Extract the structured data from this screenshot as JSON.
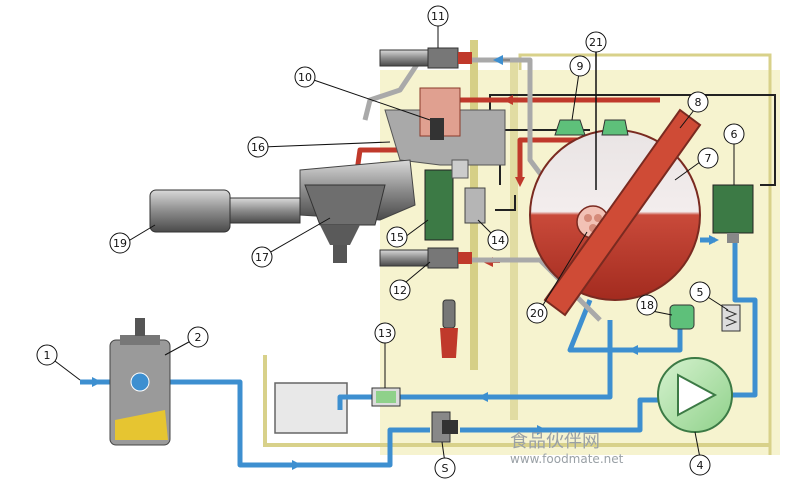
{
  "callouts": [
    {
      "id": "1",
      "label": "1"
    },
    {
      "id": "2",
      "label": "2"
    },
    {
      "id": "4",
      "label": "4"
    },
    {
      "id": "5",
      "label": "5"
    },
    {
      "id": "6",
      "label": "6"
    },
    {
      "id": "7",
      "label": "7"
    },
    {
      "id": "8",
      "label": "8"
    },
    {
      "id": "9",
      "label": "9"
    },
    {
      "id": "10",
      "label": "10"
    },
    {
      "id": "11",
      "label": "11"
    },
    {
      "id": "12",
      "label": "12"
    },
    {
      "id": "13",
      "label": "13"
    },
    {
      "id": "14",
      "label": "14"
    },
    {
      "id": "15",
      "label": "15"
    },
    {
      "id": "16",
      "label": "16"
    },
    {
      "id": "17",
      "label": "17"
    },
    {
      "id": "18",
      "label": "18"
    },
    {
      "id": "19",
      "label": "19"
    },
    {
      "id": "20",
      "label": "20"
    },
    {
      "id": "21",
      "label": "21"
    },
    {
      "id": "S",
      "label": "S"
    }
  ],
  "watermark": {
    "text_cn": "食品伙伴网",
    "url": "www.foodmate.net"
  },
  "colors": {
    "water_line": "#3d8fd0",
    "hot_line": "#c0392b",
    "boiler_fill": "#c0392b",
    "background_panel": "#f6f3cf",
    "pump_fill": "#b9e6b3",
    "softener_fill": "#9a9a9a"
  }
}
